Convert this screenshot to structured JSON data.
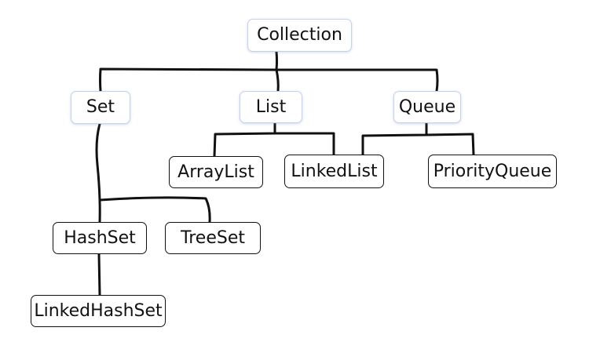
{
  "diagram": {
    "nodes": {
      "collection": {
        "label": "Collection",
        "kind": "interface"
      },
      "set": {
        "label": "Set",
        "kind": "interface"
      },
      "list": {
        "label": "List",
        "kind": "interface"
      },
      "queue": {
        "label": "Queue",
        "kind": "interface"
      },
      "arraylist": {
        "label": "ArrayList",
        "kind": "class"
      },
      "linkedlist": {
        "label": "LinkedList",
        "kind": "class"
      },
      "priorityqueue": {
        "label": "PriorityQueue",
        "kind": "class"
      },
      "hashset": {
        "label": "HashSet",
        "kind": "class"
      },
      "treeset": {
        "label": "TreeSet",
        "kind": "class"
      },
      "linkedhashset": {
        "label": "LinkedHashSet",
        "kind": "class"
      }
    },
    "edges": [
      {
        "from": "Collection",
        "to": "Set"
      },
      {
        "from": "Collection",
        "to": "List"
      },
      {
        "from": "Collection",
        "to": "Queue"
      },
      {
        "from": "List",
        "to": "ArrayList"
      },
      {
        "from": "List",
        "to": "LinkedList"
      },
      {
        "from": "Queue",
        "to": "LinkedList"
      },
      {
        "from": "Queue",
        "to": "PriorityQueue"
      },
      {
        "from": "Set",
        "to": "HashSet"
      },
      {
        "from": "Set",
        "to": "TreeSet"
      },
      {
        "from": "HashSet",
        "to": "LinkedHashSet"
      }
    ],
    "colors": {
      "line": "#111111",
      "interface_border": "#c4d2ea",
      "class_border": "#111111",
      "background": "#ffffff"
    }
  }
}
